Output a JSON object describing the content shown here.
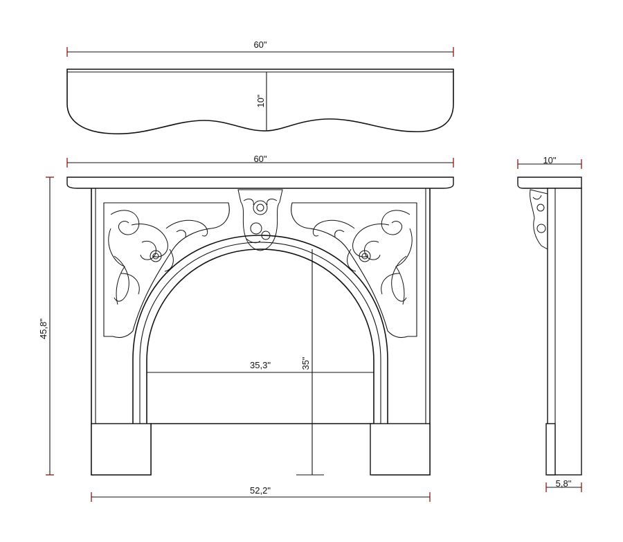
{
  "dimensions": {
    "top_width": "60\"",
    "top_depth": "10\"",
    "front_width": "60\"",
    "overall_height": "45,8\"",
    "opening_width": "35,3\"",
    "opening_height": "35\"",
    "base_width": "52,2\"",
    "side_depth": "10\"",
    "leg_depth": "5,8\""
  }
}
